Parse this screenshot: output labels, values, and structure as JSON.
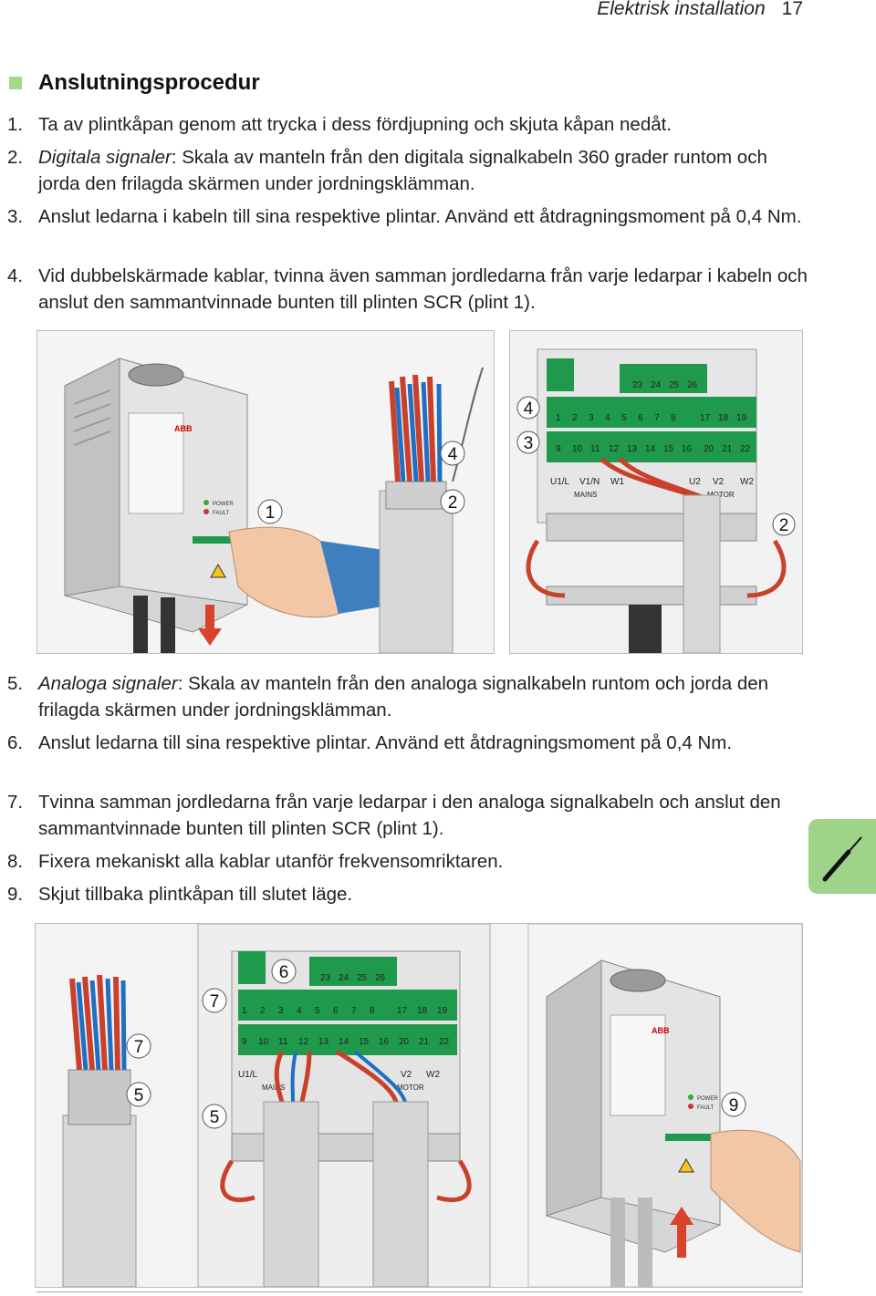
{
  "header": {
    "section": "Elektrisk installation",
    "page": "17"
  },
  "heading": "Anslutningsprocedur",
  "steps_top": [
    {
      "n": "1.",
      "lead": "",
      "text": "Ta av plintkåpan genom att trycka i dess fördjupning och skjuta kåpan nedåt."
    },
    {
      "n": "2.",
      "lead": "Digitala signaler",
      "text": ": Skala av manteln från den digitala signalkabeln 360 grader runtom och jorda den frilagda skärmen under jordningsklämman."
    },
    {
      "n": "3.",
      "lead": "",
      "text": "Anslut ledarna i kabeln till sina respektive plintar. Använd ett åtdragningsmoment på 0,4 Nm."
    },
    {
      "n": "4.",
      "lead": "",
      "text": "Vid dubbelskärmade kablar, tvinna även samman jordledarna från varje ledarpar i kabeln och anslut den sammantvinnade bunten till plinten SCR (plint 1)."
    }
  ],
  "steps_bottom": [
    {
      "n": "5.",
      "lead": "Analoga signaler",
      "text": ": Skala av manteln från den analoga signalkabeln runtom och jorda den frilagda skärmen under jordningsklämman."
    },
    {
      "n": "6.",
      "lead": "",
      "text": "Anslut ledarna till sina respektive plintar. Använd ett åtdragningsmoment på 0,4 Nm."
    },
    {
      "n": "7.",
      "lead": "",
      "text": "Tvinna samman jordledarna från varje ledarpar i den analoga signalkabeln och anslut den sammantvinnade bunten till plinten SCR (plint 1)."
    },
    {
      "n": "8.",
      "lead": "",
      "text": "Fixera mekaniskt alla kablar utanför frekvensomriktaren."
    },
    {
      "n": "9.",
      "lead": "",
      "text": "Skjut tillbaka plintkåpan till slutet läge."
    }
  ],
  "figures": {
    "drive_brand": "ABB",
    "led_power": "POWER",
    "led_fault": "FAULT",
    "term_top": [
      "23",
      "24",
      "25",
      "26"
    ],
    "term_row1": [
      "1",
      "2",
      "3",
      "4",
      "5",
      "6",
      "7",
      "8",
      "17",
      "18",
      "19"
    ],
    "term_row2": [
      "9",
      "10",
      "11",
      "12",
      "13",
      "14",
      "15",
      "16",
      "20",
      "21",
      "22"
    ],
    "power_labels": [
      "U1/L",
      "V1/N",
      "W1",
      "U2",
      "V2",
      "W2"
    ],
    "mains": "MAINS",
    "motor": "MOTOR",
    "c_top": {
      "a": "1",
      "b": "4",
      "c": "2",
      "d": "4",
      "e": "3",
      "f": "2"
    },
    "c_bot": {
      "a": "7",
      "b": "5",
      "c": "6",
      "d": "7",
      "e": "5",
      "f": "9"
    }
  },
  "colors": {
    "accent_green": "#9ed38a",
    "wire_red": "#c9412b",
    "wire_blue": "#1f6fc4",
    "terminal_green": "#1f9a4d"
  }
}
